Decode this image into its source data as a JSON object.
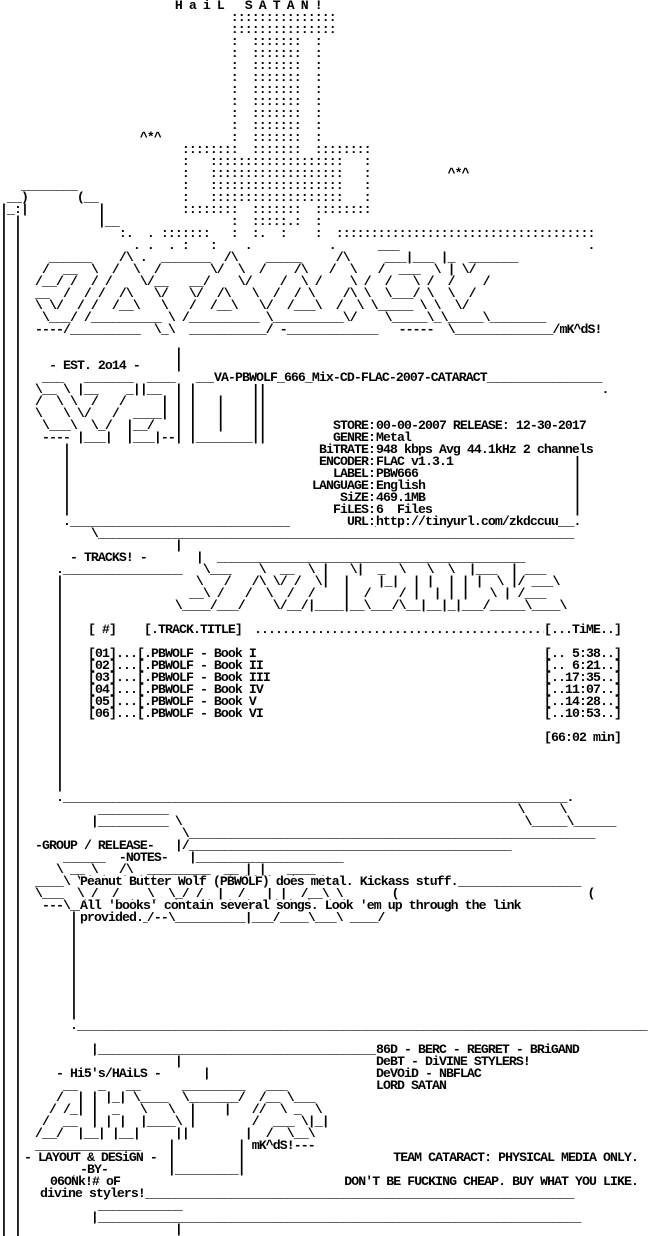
{
  "header": {
    "hail": "H a i L   S A T A N !",
    "group_tag": "mK^dS!"
  },
  "sections": {
    "est": "- EST. 2o14 -",
    "tracks": "- TRACKS! -",
    "notes_title_1": "-GROUP / RELEASE-",
    "notes_title_2": "-NOTES-",
    "his": "- Hi5's/HAiLS -",
    "layout_1": "- LAYOUT & DESiGN -",
    "layout_2": "-BY-",
    "layout_3": "06ONk!# oF",
    "layout_4": "divine stylers!"
  },
  "release": {
    "name": "VA-PBWOLF_666_Mix-CD-FLAC-2007-CATARACT",
    "info": [
      {
        "label": "STORE:",
        "value": "00-00-2007 RELEASE: 12-30-2017"
      },
      {
        "label": "GENRE:",
        "value": "Metal"
      },
      {
        "label": "BiTRATE:",
        "value": "948 kbps Avg 44.1kHz 2 channels"
      },
      {
        "label": "ENCODER:",
        "value": "FLAC v1.3.1"
      },
      {
        "label": "LABEL:",
        "value": "PBW666"
      },
      {
        "label": "LANGUAGE:",
        "value": "English"
      },
      {
        "label": "SiZE:",
        "value": "469.1MB"
      },
      {
        "label": "FiLES:",
        "value": "6  Files"
      },
      {
        "label": "URL:",
        "value": "http://tinyurl.com/zkdccuu"
      }
    ]
  },
  "tracks": {
    "header_num": "[ #]",
    "header_title": "[.TRACK.TITLE]",
    "header_time": "[...TiME..]",
    "items": [
      {
        "num": "[01]",
        "title": "[.PBWOLF - Book I",
        "time": "[.. 5:38..]"
      },
      {
        "num": "[02]",
        "title": "[.PBWOLF - Book II",
        "time": "[.. 6:21..]"
      },
      {
        "num": "[03]",
        "title": "[.PBWOLF - Book III",
        "time": "[..17:35..]"
      },
      {
        "num": "[04]",
        "title": "[.PBWOLF - Book IV",
        "time": "[..11:07..]"
      },
      {
        "num": "[05]",
        "title": "[.PBWOLF - Book V",
        "time": "[..14:28..]"
      },
      {
        "num": "[06]",
        "title": "[.PBWOLF - Book VI",
        "time": "[..10:53..]"
      }
    ],
    "total": "[66:02 min]"
  },
  "notes": {
    "line_1": "Peanut Butter Wolf (PBWOLF) does metal. Kickass stuff.",
    "line_2": "All 'books' contain several songs. Look 'em up through the link",
    "line_3": "provided."
  },
  "greets": {
    "sig": "mK^dS!---",
    "line_1": "86D - BERC - REGRET - BRiGAND",
    "line_2": "DeBT - DiVINE STYLERS!",
    "line_3": "DeVOiD - NBFLAC",
    "line_4": "LORD SATAN"
  },
  "footer": {
    "line_1": "TEAM CATARACT: PHYSICAL MEDIA ONLY.",
    "line_2": "DON'T BE FUCKING CHEAP. BUY WHAT YOU LIKE."
  }
}
